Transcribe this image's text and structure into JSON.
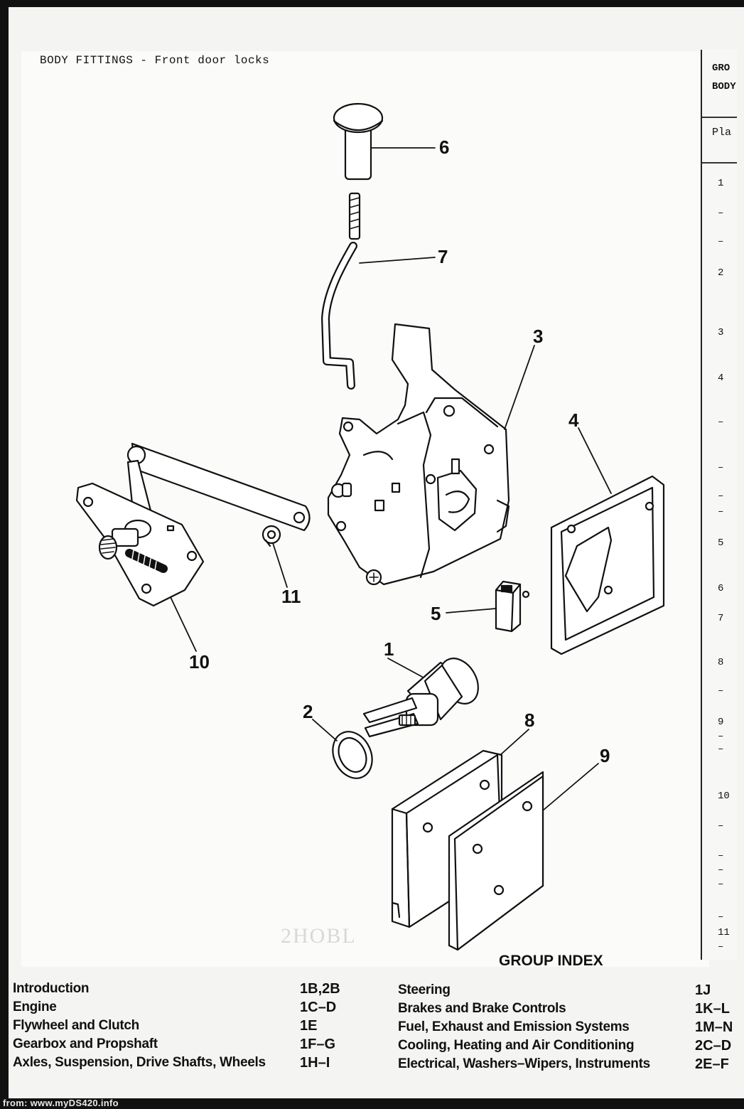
{
  "page": {
    "title": "BODY FITTINGS - Front door locks",
    "watermark": "2HOBL",
    "footer": "from: www.myDS420.info"
  },
  "side_panel": {
    "header_line1": "GRO",
    "header_line2": "BODY",
    "column_label": "Pla",
    "rows": [
      "1",
      "–",
      "–",
      "2",
      "3",
      "4",
      "–",
      "–",
      "–",
      "–",
      "5",
      "6",
      "7",
      "8",
      "–",
      "9",
      "–",
      "–",
      "10",
      "–",
      "–",
      "–",
      "–",
      "–",
      "11",
      "–"
    ]
  },
  "callouts": [
    "1",
    "2",
    "3",
    "4",
    "5",
    "6",
    "7",
    "8",
    "9",
    "10",
    "11"
  ],
  "group_index": {
    "title": "GROUP INDEX",
    "left": [
      {
        "name": "Introduction",
        "code": "1B,2B"
      },
      {
        "name": "Engine",
        "code": "1C–D"
      },
      {
        "name": "Flywheel and Clutch",
        "code": "1E"
      },
      {
        "name": "Gearbox and Propshaft",
        "code": "1F–G"
      },
      {
        "name": "Axles, Suspension, Drive Shafts, Wheels",
        "code": "1H–I"
      }
    ],
    "right": [
      {
        "name": "Steering",
        "code": "1J"
      },
      {
        "name": "Brakes and Brake Controls",
        "code": "1K–L"
      },
      {
        "name": "Fuel, Exhaust and Emission Systems",
        "code": "1M–N"
      },
      {
        "name": "Cooling, Heating and Air Conditioning",
        "code": "2C–D"
      },
      {
        "name": "Electrical, Washers–Wipers, Instruments",
        "code": "2E–F"
      }
    ]
  }
}
